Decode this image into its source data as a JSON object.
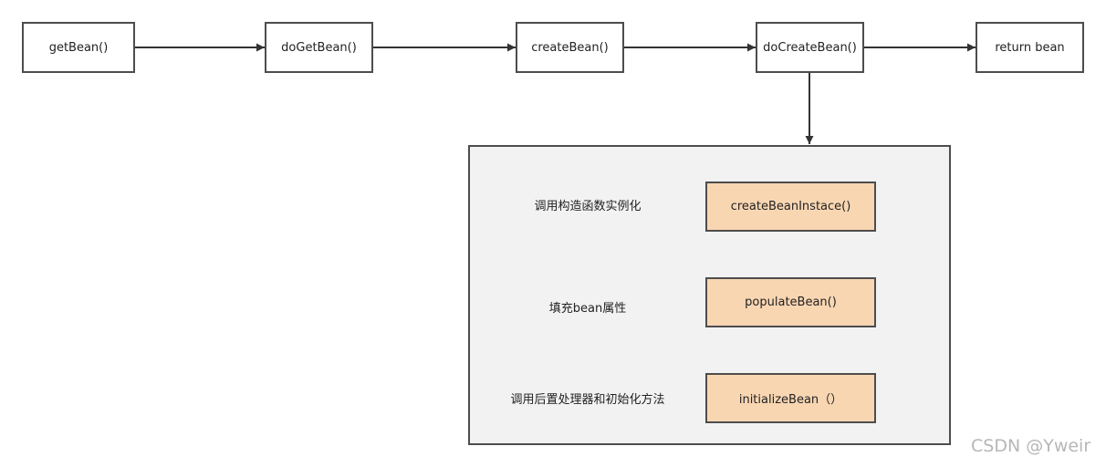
{
  "flow": {
    "get_bean": "getBean()",
    "do_get_bean": "doGetBean()",
    "create_bean": "createBean()",
    "do_create_bean": "doCreateBean()",
    "return_bean": "return bean"
  },
  "detail": {
    "steps": [
      {
        "label": "调用构造函数实例化",
        "method": "createBeanInstace()"
      },
      {
        "label": "填充bean属性",
        "method": "populateBean()"
      },
      {
        "label": "调用后置处理器和初始化方法",
        "method": "initializeBean（）"
      }
    ]
  },
  "colors": {
    "border": "#4d4d4d",
    "panel_fill": "#f2f2f2",
    "step_fill": "#f9d6b2",
    "arrow": "#333333"
  },
  "watermark": "CSDN @Yweir"
}
